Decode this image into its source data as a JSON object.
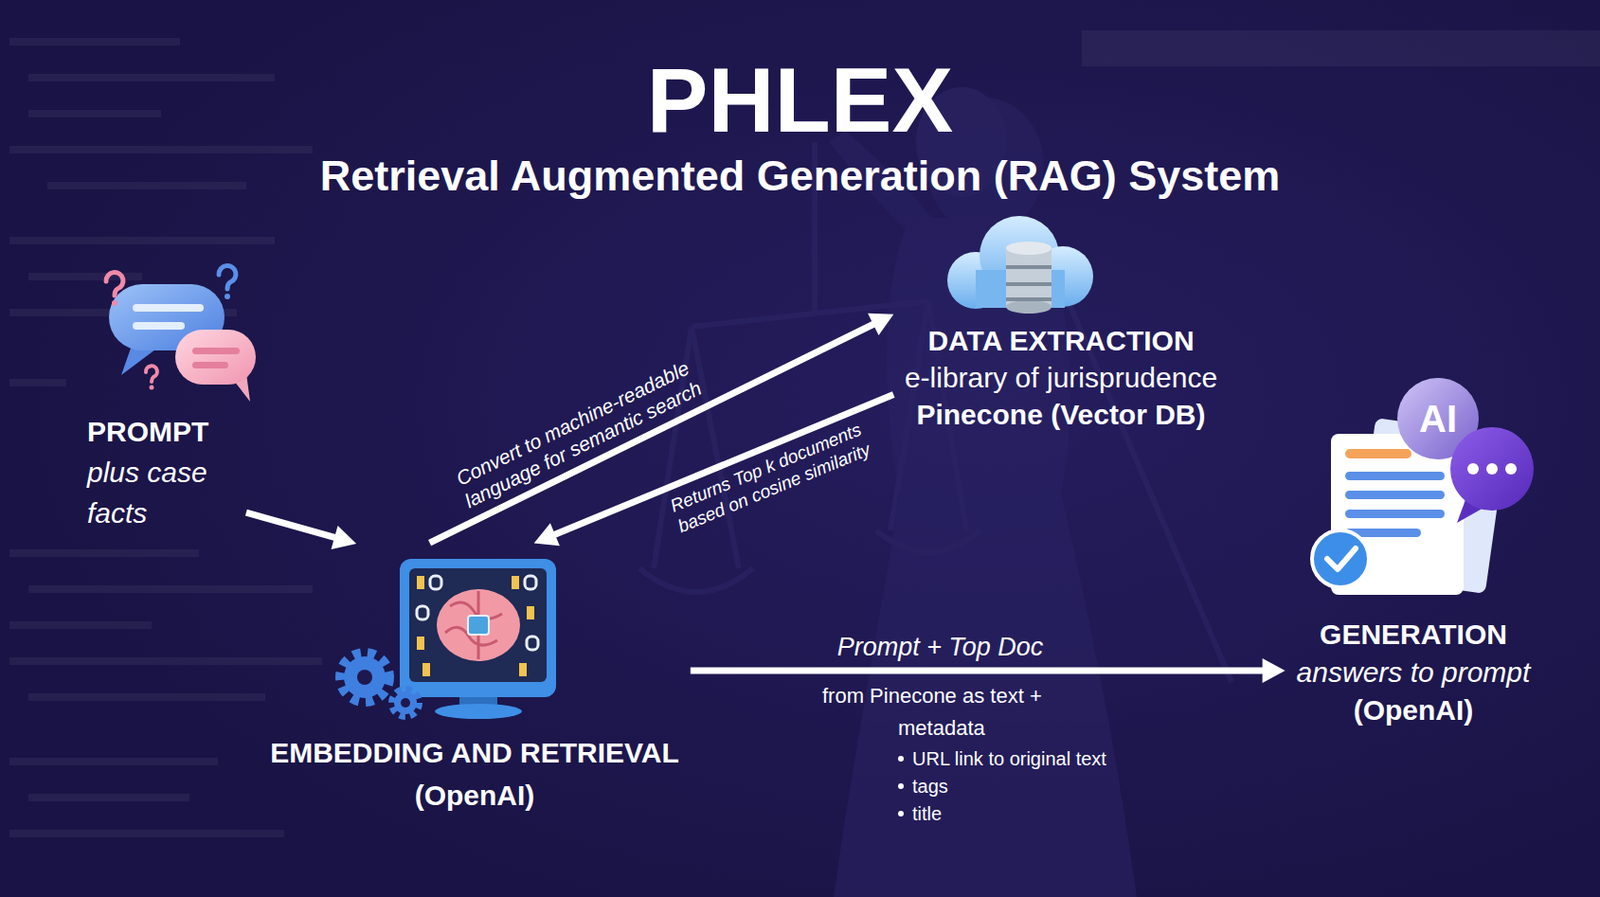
{
  "diagram": {
    "title": "PHLEX",
    "nodes": [
      {
        "text": [
          "PROMPT",
          "plus case facts"
        ]
      },
      {
        "text": [
          "EMBEDDING AND RETRIEVAL",
          "(OpenAI)"
        ]
      },
      {
        "text": [
          "DATA EXTRACTION",
          "e-library of jurisprudence",
          "Pinecone (Vector DB)"
        ]
      },
      {
        "text": [
          "GENERATION",
          "answers to prompt",
          "(OpenAI)"
        ]
      }
    ],
    "edges": [
      {
        "from": 0,
        "to": 1,
        "arrow": "to"
      },
      {
        "from": 1,
        "to": 2,
        "label": "Convert to machine-readable language for semantic search",
        "arrow": "to"
      },
      {
        "from": 2,
        "to": 1,
        "label": "Returns Top k documents based on cosine similarity",
        "arrow": "to"
      },
      {
        "from": 1,
        "to": 3,
        "label": "Prompt + Top Doc",
        "arrow": "to"
      }
    ],
    "labels": [
      "Retrieval Augmented Generation (RAG) System",
      "AI",
      "from Pinecone as text + metadata",
      "URL link to original text",
      "tags",
      "title"
    ]
  }
}
